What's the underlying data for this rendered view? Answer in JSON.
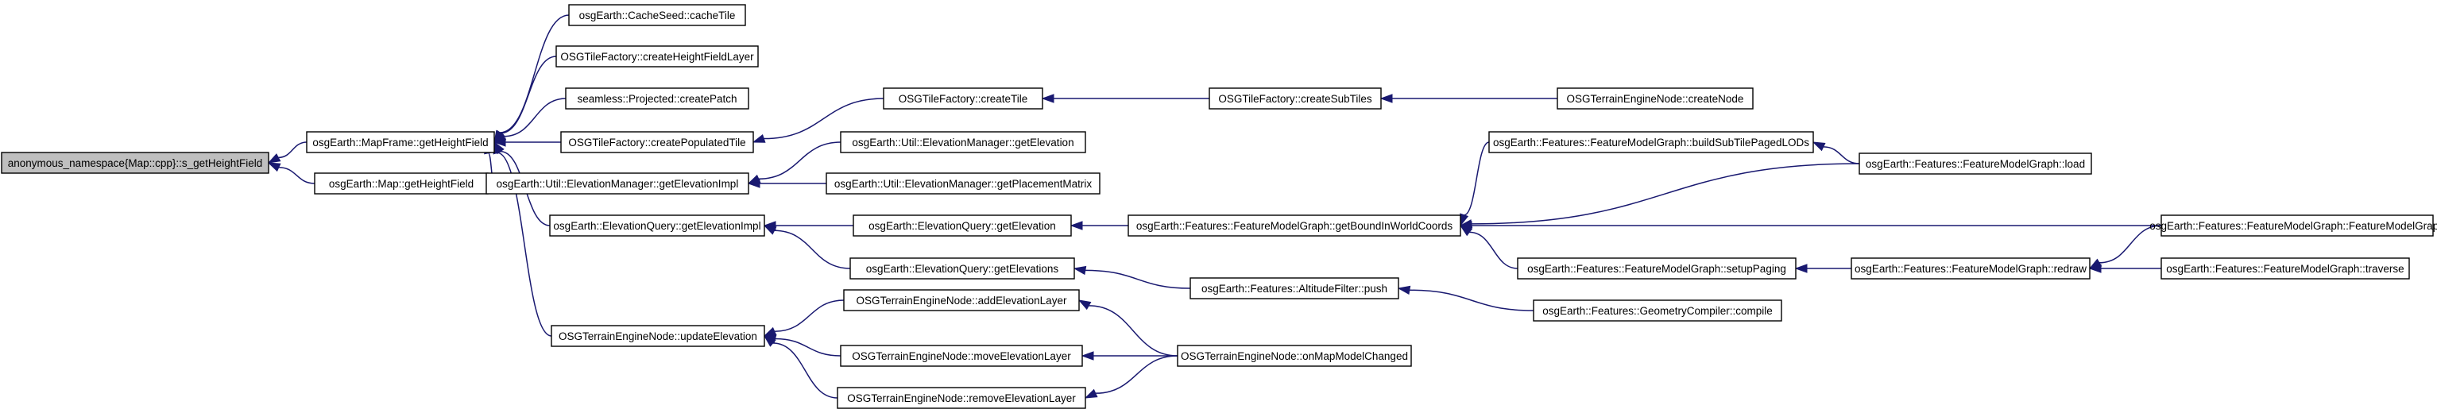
{
  "colors": {
    "edge": "#191970",
    "root_fill": "#bfbfbf",
    "node_fill": "#ffffff",
    "border": "#000000"
  },
  "nodes": [
    {
      "id": "s_getHeightField",
      "label": "anonymous_namespace{Map::cpp}::s_getHeightField",
      "root": true
    },
    {
      "id": "MapFrame_getHeightField",
      "label": "osgEarth::MapFrame::getHeightField"
    },
    {
      "id": "Map_getHeightField",
      "label": "osgEarth::Map::getHeightField"
    },
    {
      "id": "CacheSeed_cacheTile",
      "label": "osgEarth::CacheSeed::cacheTile"
    },
    {
      "id": "OSGTF_createHeightFieldLayer",
      "label": "OSGTileFactory::createHeightFieldLayer"
    },
    {
      "id": "seamless_createPatch",
      "label": "seamless::Projected::createPatch"
    },
    {
      "id": "OSGTF_createPopulatedTile",
      "label": "OSGTileFactory::createPopulatedTile"
    },
    {
      "id": "EM_getElevationImpl",
      "label": "osgEarth::Util::ElevationManager::getElevationImpl"
    },
    {
      "id": "EQ_getElevationImpl",
      "label": "osgEarth::ElevationQuery::getElevationImpl"
    },
    {
      "id": "OSGTEN_updateElevation",
      "label": "OSGTerrainEngineNode::updateElevation"
    },
    {
      "id": "OSGTF_createTile",
      "label": "OSGTileFactory::createTile"
    },
    {
      "id": "EM_getElevation",
      "label": "osgEarth::Util::ElevationManager::getElevation"
    },
    {
      "id": "EM_getPlacementMatrix",
      "label": "osgEarth::Util::ElevationManager::getPlacementMatrix"
    },
    {
      "id": "EQ_getElevation",
      "label": "osgEarth::ElevationQuery::getElevation"
    },
    {
      "id": "EQ_getElevations",
      "label": "osgEarth::ElevationQuery::getElevations"
    },
    {
      "id": "OSGTEN_addElevationLayer",
      "label": "OSGTerrainEngineNode::addElevationLayer"
    },
    {
      "id": "OSGTEN_moveElevationLayer",
      "label": "OSGTerrainEngineNode::moveElevationLayer"
    },
    {
      "id": "OSGTEN_removeElevationLayer",
      "label": "OSGTerrainEngineNode::removeElevationLayer"
    },
    {
      "id": "OSGTF_createSubTiles",
      "label": "OSGTileFactory::createSubTiles"
    },
    {
      "id": "FMG_getBoundInWorldCoords",
      "label": "osgEarth::Features::FeatureModelGraph::getBoundInWorldCoords"
    },
    {
      "id": "AltitudeFilter_push",
      "label": "osgEarth::Features::AltitudeFilter::push"
    },
    {
      "id": "OSGTEN_onMapModelChanged",
      "label": "OSGTerrainEngineNode::onMapModelChanged"
    },
    {
      "id": "OSGTEN_createNode",
      "label": "OSGTerrainEngineNode::createNode"
    },
    {
      "id": "FMG_buildSubTilePagedLODs",
      "label": "osgEarth::Features::FeatureModelGraph::buildSubTilePagedLODs"
    },
    {
      "id": "FMG_setupPaging",
      "label": "osgEarth::Features::FeatureModelGraph::setupPaging"
    },
    {
      "id": "GeometryCompiler_compile",
      "label": "osgEarth::Features::GeometryCompiler::compile"
    },
    {
      "id": "FMG_load",
      "label": "osgEarth::Features::FeatureModelGraph::load"
    },
    {
      "id": "FMG_redraw",
      "label": "osgEarth::Features::FeatureModelGraph::redraw"
    },
    {
      "id": "FMG_FeatureModelGraph",
      "label": "osgEarth::Features::FeatureModelGraph::FeatureModelGraph"
    },
    {
      "id": "FMG_traverse",
      "label": "osgEarth::Features::FeatureModelGraph::traverse"
    }
  ],
  "edges": [
    {
      "from": "MapFrame_getHeightField",
      "to": "s_getHeightField"
    },
    {
      "from": "Map_getHeightField",
      "to": "s_getHeightField"
    },
    {
      "from": "CacheSeed_cacheTile",
      "to": "MapFrame_getHeightField"
    },
    {
      "from": "OSGTF_createHeightFieldLayer",
      "to": "MapFrame_getHeightField"
    },
    {
      "from": "seamless_createPatch",
      "to": "MapFrame_getHeightField"
    },
    {
      "from": "OSGTF_createPopulatedTile",
      "to": "MapFrame_getHeightField"
    },
    {
      "from": "EM_getElevationImpl",
      "to": "MapFrame_getHeightField"
    },
    {
      "from": "EQ_getElevationImpl",
      "to": "MapFrame_getHeightField"
    },
    {
      "from": "OSGTEN_updateElevation",
      "to": "MapFrame_getHeightField"
    },
    {
      "from": "OSGTF_createTile",
      "to": "OSGTF_createPopulatedTile"
    },
    {
      "from": "EM_getElevation",
      "to": "EM_getElevationImpl"
    },
    {
      "from": "EM_getPlacementMatrix",
      "to": "EM_getElevationImpl"
    },
    {
      "from": "EQ_getElevation",
      "to": "EQ_getElevationImpl"
    },
    {
      "from": "EQ_getElevations",
      "to": "EQ_getElevationImpl"
    },
    {
      "from": "OSGTEN_addElevationLayer",
      "to": "OSGTEN_updateElevation"
    },
    {
      "from": "OSGTEN_moveElevationLayer",
      "to": "OSGTEN_updateElevation"
    },
    {
      "from": "OSGTEN_removeElevationLayer",
      "to": "OSGTEN_updateElevation"
    },
    {
      "from": "OSGTF_createSubTiles",
      "to": "OSGTF_createTile"
    },
    {
      "from": "FMG_getBoundInWorldCoords",
      "to": "EQ_getElevation"
    },
    {
      "from": "AltitudeFilter_push",
      "to": "EQ_getElevations"
    },
    {
      "from": "OSGTEN_onMapModelChanged",
      "to": "OSGTEN_addElevationLayer"
    },
    {
      "from": "OSGTEN_onMapModelChanged",
      "to": "OSGTEN_moveElevationLayer"
    },
    {
      "from": "OSGTEN_onMapModelChanged",
      "to": "OSGTEN_removeElevationLayer"
    },
    {
      "from": "OSGTEN_createNode",
      "to": "OSGTF_createSubTiles"
    },
    {
      "from": "FMG_buildSubTilePagedLODs",
      "to": "FMG_getBoundInWorldCoords"
    },
    {
      "from": "FMG_load",
      "to": "FMG_getBoundInWorldCoords"
    },
    {
      "from": "FMG_FeatureModelGraph",
      "to": "FMG_getBoundInWorldCoords"
    },
    {
      "from": "FMG_setupPaging",
      "to": "FMG_getBoundInWorldCoords"
    },
    {
      "from": "GeometryCompiler_compile",
      "to": "AltitudeFilter_push"
    },
    {
      "from": "FMG_load",
      "to": "FMG_buildSubTilePagedLODs"
    },
    {
      "from": "FMG_redraw",
      "to": "FMG_setupPaging"
    },
    {
      "from": "FMG_FeatureModelGraph",
      "to": "FMG_redraw"
    },
    {
      "from": "FMG_traverse",
      "to": "FMG_redraw"
    }
  ]
}
